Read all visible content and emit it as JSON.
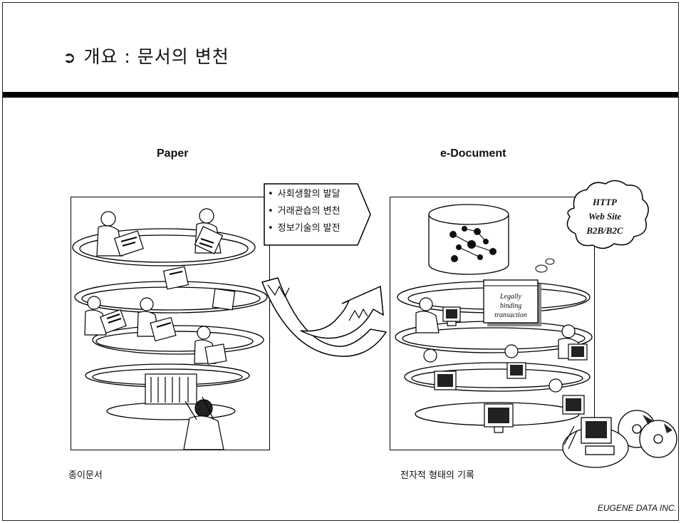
{
  "slide": {
    "title_bullet": "➲",
    "title": "개요 : 문서의 변천",
    "left_header": "Paper",
    "right_header": "e-Document",
    "reasons": [
      "사회생활의 발달",
      "거래관습의 변천",
      "정보기술의 발전"
    ],
    "cloud_lines": [
      "HTTP",
      "Web Site",
      "B2B/B2C"
    ],
    "contract_lines": [
      "Legally",
      "binding",
      "transaction"
    ],
    "left_caption": "종이문서",
    "right_caption": "전자적 형태의 기록",
    "footer": "EUGENE DATA INC."
  }
}
